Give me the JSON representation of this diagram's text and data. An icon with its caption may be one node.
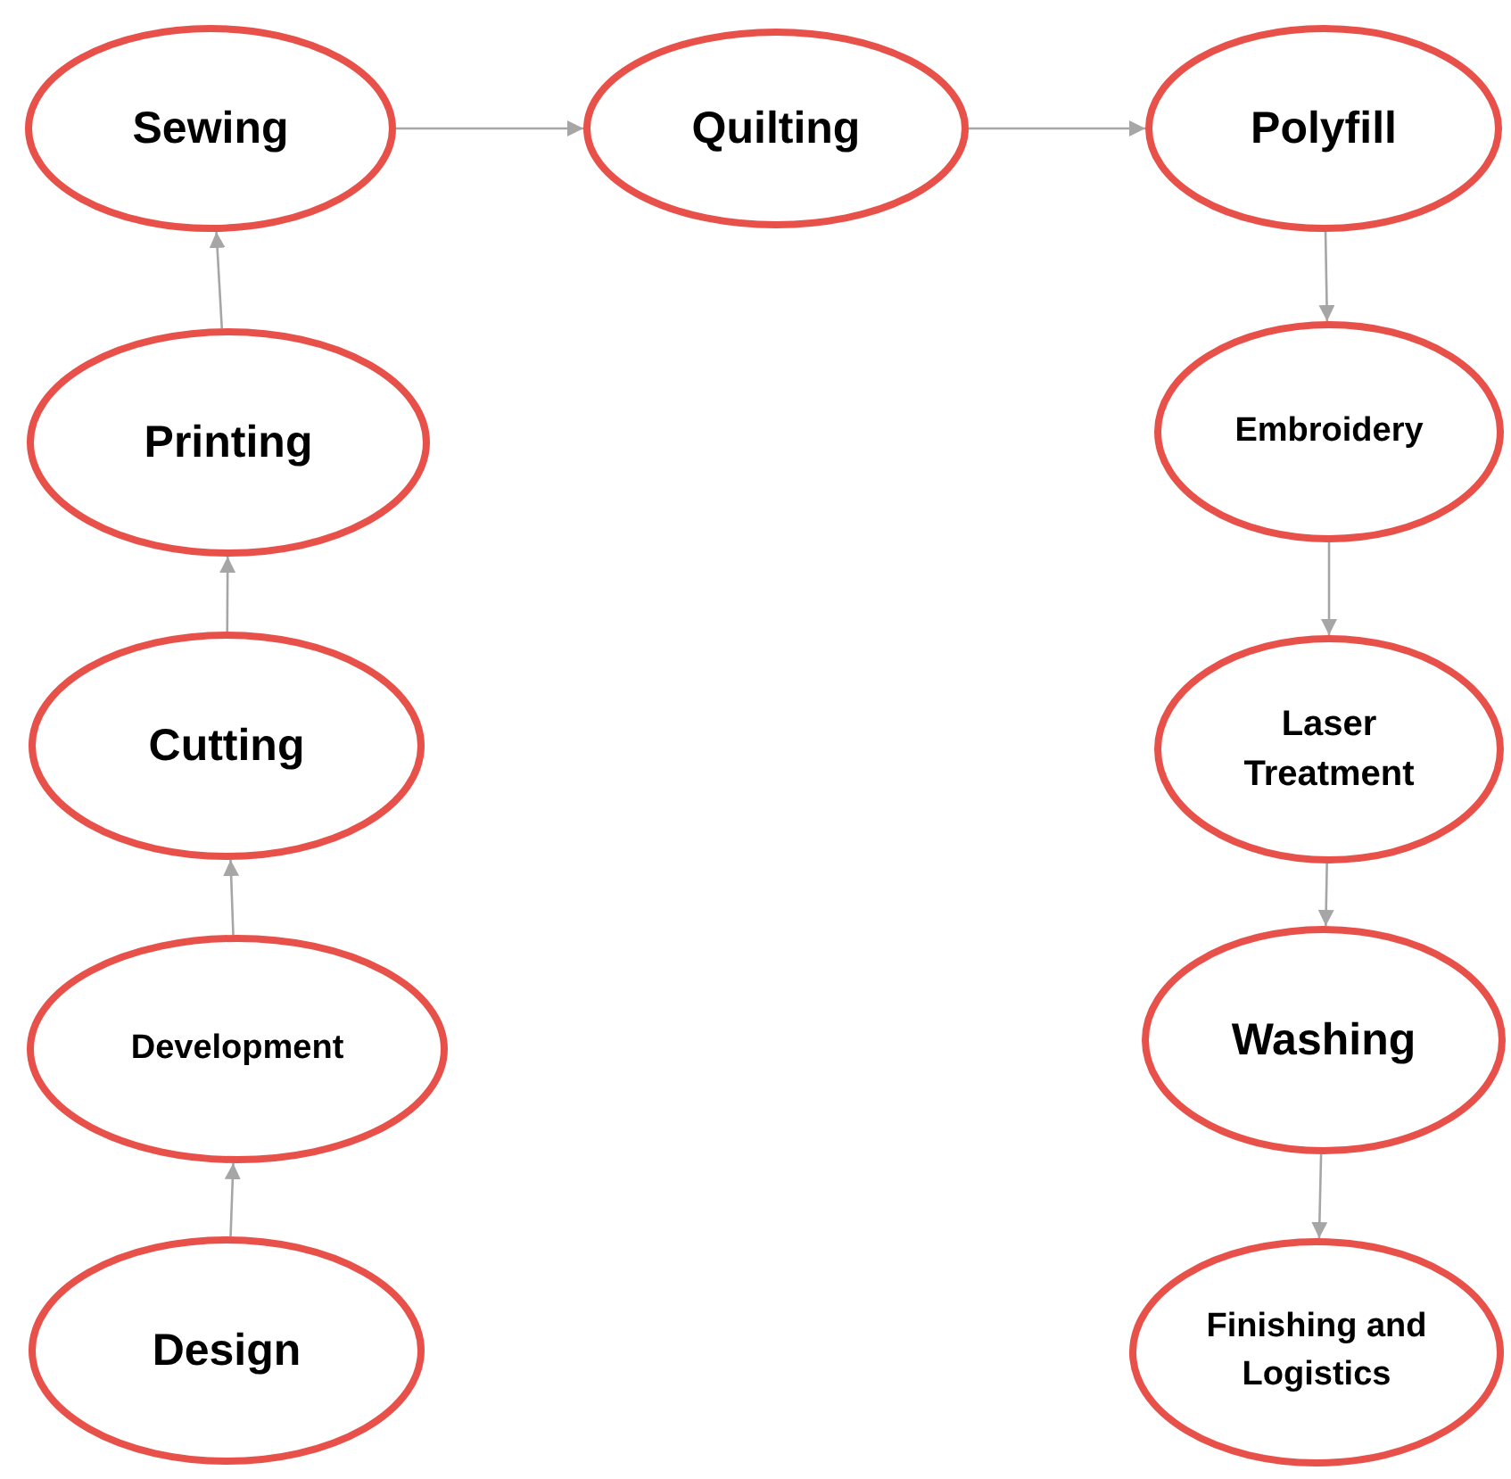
{
  "diagram": {
    "nodes": [
      {
        "text": [
          "Sewing"
        ]
      },
      {
        "text": [
          "Quilting"
        ]
      },
      {
        "text": [
          "Polyfill"
        ]
      },
      {
        "text": [
          "Printing"
        ]
      },
      {
        "text": [
          "Embroidery"
        ]
      },
      {
        "text": [
          "Cutting"
        ]
      },
      {
        "text": [
          "Laser Treatment"
        ]
      },
      {
        "text": [
          "Development"
        ]
      },
      {
        "text": [
          "Washing"
        ]
      },
      {
        "text": [
          "Design"
        ]
      },
      {
        "text": [
          "Finishing and Logistics"
        ]
      }
    ],
    "edges": [
      {
        "from": 9,
        "to": 7,
        "arrow": "to"
      },
      {
        "from": 7,
        "to": 5,
        "arrow": "to"
      },
      {
        "from": 5,
        "to": 3,
        "arrow": "to"
      },
      {
        "from": 3,
        "to": 0,
        "arrow": "to"
      },
      {
        "from": 0,
        "to": 1,
        "arrow": "to"
      },
      {
        "from": 1,
        "to": 2,
        "arrow": "to"
      },
      {
        "from": 2,
        "to": 4,
        "arrow": "to"
      },
      {
        "from": 4,
        "to": 6,
        "arrow": "to"
      },
      {
        "from": 6,
        "to": 8,
        "arrow": "to"
      },
      {
        "from": 8,
        "to": 10,
        "arrow": "to"
      }
    ]
  }
}
